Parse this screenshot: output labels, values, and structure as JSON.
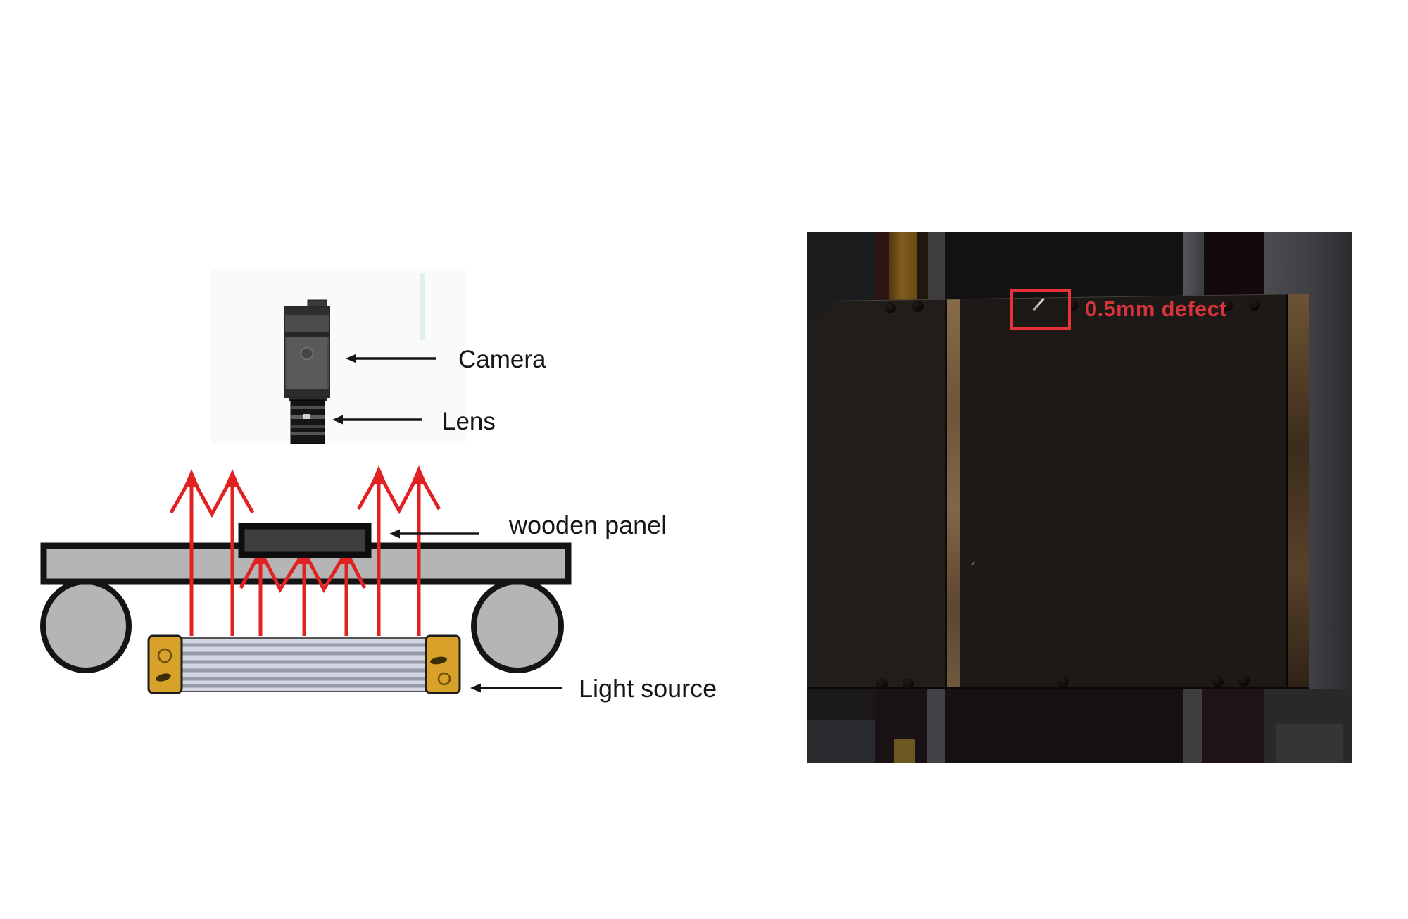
{
  "figure": {
    "left_diagram": {
      "labels": {
        "camera": "Camera",
        "lens": "Lens",
        "wooden_panel": "wooden panel",
        "light_source": "Light source"
      },
      "ray_color": "#e02222",
      "icons": {
        "camera": "camera-body-icon",
        "lens": "lens-barrel-icon",
        "light_source": "striped-light-bar-icon"
      }
    },
    "right_photo": {
      "defect_label": "0.5mm defect",
      "annotation_color": "#e63238"
    }
  }
}
